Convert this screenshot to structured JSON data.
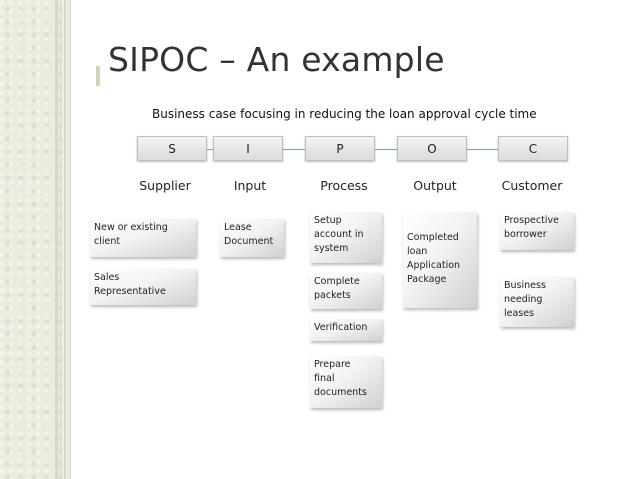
{
  "title": "SIPOC – An example",
  "subtitle": "Business case focusing in reducing the loan approval cycle time",
  "letters": [
    "S",
    "I",
    "P",
    "O",
    "C"
  ],
  "headers": [
    "Supplier",
    "Input",
    "Process",
    "Output",
    "Customer"
  ],
  "supplier": [
    "New  or existing\nclient",
    "Sales\nRepresentative"
  ],
  "input": [
    "Lease\nDocument"
  ],
  "process": [
    "Setup\naccount in\nsystem",
    "Complete\npackets",
    "Verification",
    "Prepare\nfinal\ndocuments"
  ],
  "output": [
    "Completed\nloan\nApplication\nPackage"
  ],
  "customer": [
    "Prospective\nborrower",
    "Business\nneeding\nleases"
  ]
}
